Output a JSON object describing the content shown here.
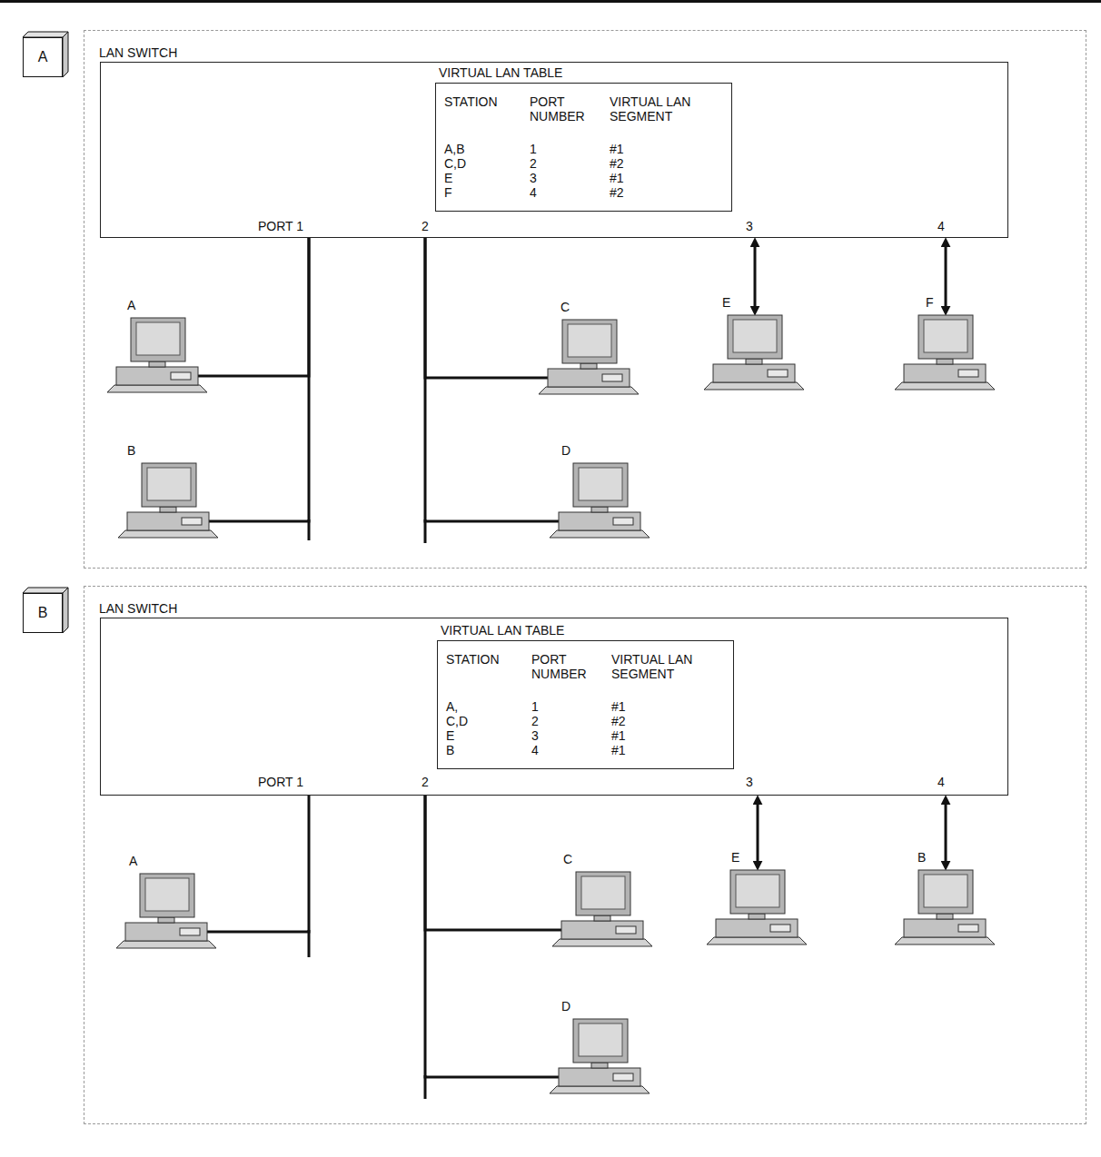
{
  "diagram": {
    "nodes": [
      {
        "text": [
          "A"
        ]
      },
      {
        "text": [
          "LAN SWITCH"
        ]
      },
      {
        "text": [
          "PORT 1",
          "2",
          "3",
          "4"
        ],
        "in": 1
      },
      {
        "text": [
          "VIRTUAL LAN TABLE"
        ],
        "in": 2
      },
      {
        "text": [
          "A"
        ],
        "in": 1
      },
      {
        "text": [
          "B"
        ],
        "in": 1
      },
      {
        "text": [
          "C"
        ],
        "in": 1
      },
      {
        "text": [
          "D"
        ],
        "in": 1
      },
      {
        "text": [
          "E"
        ],
        "in": 1
      },
      {
        "text": [
          "F"
        ],
        "in": 1
      },
      {
        "text": [
          "B"
        ]
      },
      {
        "text": [
          "LAN SWITCH"
        ]
      },
      {
        "text": [
          "PORT 1",
          "2",
          "3",
          "4"
        ],
        "in": 11
      },
      {
        "text": [
          "VIRTUAL LAN TABLE"
        ],
        "in": 12
      },
      {
        "text": [
          "A"
        ],
        "in": 11
      },
      {
        "text": [
          "C"
        ],
        "in": 11
      },
      {
        "text": [
          "D"
        ],
        "in": 11
      },
      {
        "text": [
          "E"
        ],
        "in": 11
      },
      {
        "text": [
          "B"
        ],
        "in": 11
      }
    ],
    "edges": [
      {
        "from": 2,
        "to": 4,
        "arrow": "none"
      },
      {
        "from": 2,
        "to": 5,
        "arrow": "none"
      },
      {
        "from": 2,
        "to": 6,
        "arrow": "none"
      },
      {
        "from": 2,
        "to": 7,
        "arrow": "none"
      },
      {
        "from": 2,
        "to": 8,
        "arrow": "both"
      },
      {
        "from": 2,
        "to": 9,
        "arrow": "both"
      },
      {
        "from": 12,
        "to": 14,
        "arrow": "none"
      },
      {
        "from": 12,
        "to": 15,
        "arrow": "none"
      },
      {
        "from": 12,
        "to": 16,
        "arrow": "none"
      },
      {
        "from": 12,
        "to": 17,
        "arrow": "both"
      },
      {
        "from": 12,
        "to": 18,
        "arrow": "both"
      }
    ],
    "labels": [
      "STATION",
      "PORT NUMBER",
      "VIRTUAL LAN SEGMENT",
      "A,B",
      "1",
      "#1",
      "C,D",
      "2",
      "#2",
      "E",
      "3",
      "#1",
      "F",
      "4",
      "#2",
      "STATION",
      "PORT NUMBER",
      "VIRTUAL LAN SEGMENT",
      "A,",
      "1",
      "#1",
      "C,D",
      "2",
      "#2",
      "E",
      "3",
      "#1",
      "B",
      "4",
      "#1"
    ]
  }
}
